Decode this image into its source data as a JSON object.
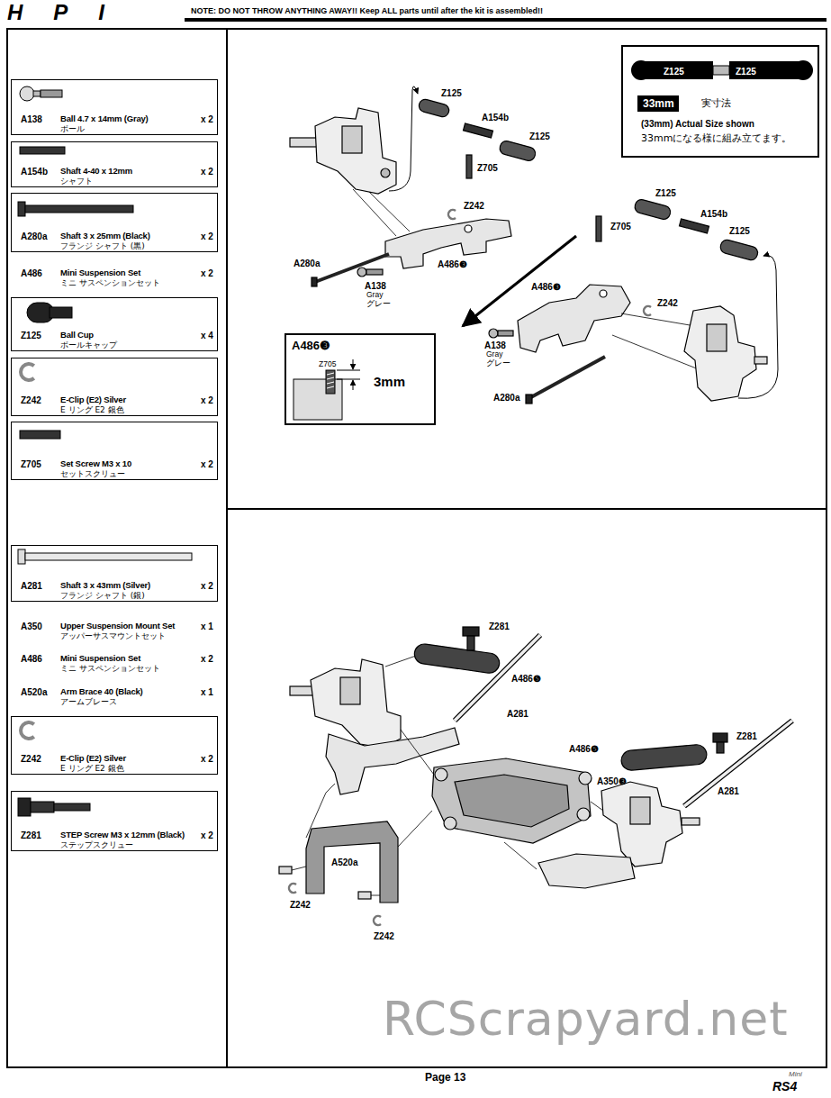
{
  "diagram": {
    "nodes": [
      {
        "text": [
          "A138",
          "Ball 4.7 x 14mm (Gray)",
          "ボール",
          "x 2"
        ]
      },
      {
        "text": [
          "A154b",
          "Shaft 4-40 x 12mm",
          "シャフト",
          "x 2"
        ]
      },
      {
        "text": [
          "A280a",
          "Shaft 3 x 25mm (Black)",
          "フランジ シャフト (黒)",
          "x 2"
        ]
      },
      {
        "text": [
          "Z125",
          "Ball Cup",
          "ボールキャップ",
          "x 4"
        ]
      },
      {
        "text": [
          "Z242",
          "E-Clip (E2) Silver",
          "E リング E2 銀色",
          "x 2"
        ]
      },
      {
        "text": [
          "Z705",
          "Set Screw M3 x 10",
          "セットスクリュー",
          "x 2"
        ]
      },
      {
        "text": [
          "A281",
          "Shaft 3 x 43mm (Silver)",
          "フランジ シャフト (銀)",
          "x 2"
        ]
      },
      {
        "text": [
          "Z242",
          "E-Clip (E2) Silver",
          "E リング E2 銀色",
          "x 2"
        ]
      },
      {
        "text": [
          "Z281",
          "STEP Screw M3 x 12mm (Black)",
          "ステップスクリュー",
          "x 2"
        ]
      },
      {
        "text": [
          "Z125",
          "Z125",
          "33mm",
          "実寸法",
          "(33mm) Actual Size shown",
          "33mmになる様に組み立てます。"
        ]
      },
      {
        "text": [
          "A486❸",
          "Z705",
          "3mm"
        ]
      }
    ],
    "labels": [
      "HPI",
      "NOTE: DO NOT THROW ANYTHING AWAY!! Keep ALL parts until after the kit is assembled!!",
      "A486",
      "Mini Suspension Set",
      "ミニ サスペンションセット",
      "x 2",
      "Z125",
      "A154b",
      "Z125",
      "Z705",
      "Z242",
      "A280a",
      "A486❸",
      "A138",
      "Gray",
      "グレー",
      "Z125",
      "A154b",
      "Z125",
      "Z705",
      "A486❸",
      "Z242",
      "A138",
      "Gray",
      "グレー",
      "A280a",
      "A350",
      "Upper Suspension Mount Set",
      "アッパーサスマウントセット",
      "x 1",
      "A486",
      "Mini Suspension Set",
      "ミニ サスペンションセット",
      "x 2",
      "A520a",
      "Arm Brace 40 (Black)",
      "アームブレース",
      "x 1",
      "Z281",
      "A486❺",
      "A281",
      "A486❺",
      "Z281",
      "A350❸",
      "A281",
      "A520a",
      "Z242",
      "Z242",
      "RCScrapyard.net",
      "Page 13",
      "Mini",
      "RS4"
    ]
  }
}
